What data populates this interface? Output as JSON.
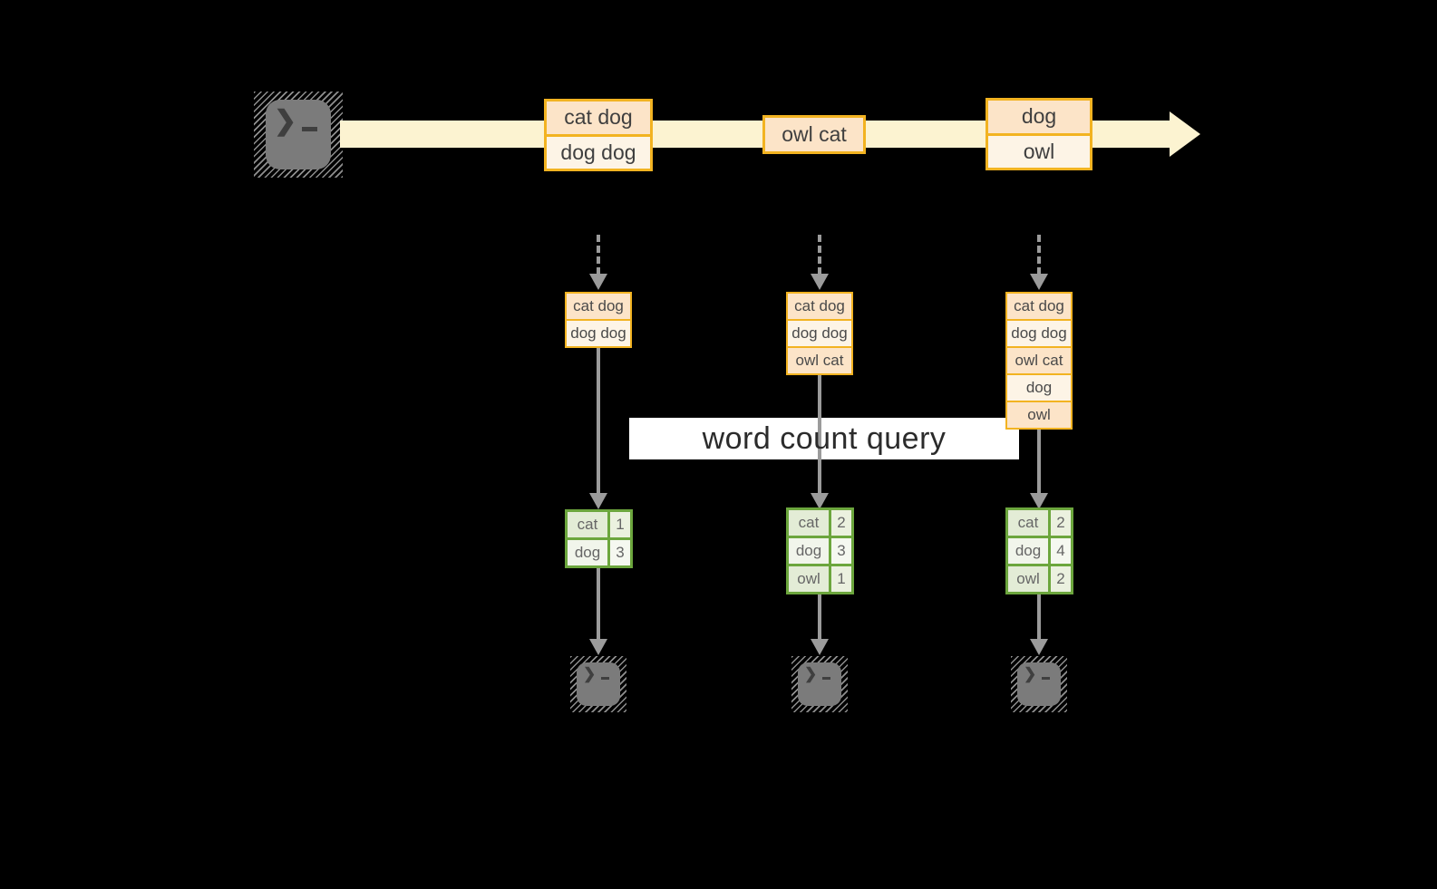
{
  "diagram": {
    "query_label": "word count query"
  },
  "stream": {
    "source_icon": "terminal-icon",
    "events": [
      {
        "lines": [
          "cat dog",
          "dog dog"
        ]
      },
      {
        "lines": [
          "owl cat"
        ]
      },
      {
        "lines": [
          "dog",
          "owl"
        ]
      }
    ]
  },
  "columns": [
    {
      "buffer": [
        "cat dog",
        "dog dog"
      ],
      "counts": [
        {
          "word": "cat",
          "count": "1"
        },
        {
          "word": "dog",
          "count": "3"
        }
      ],
      "sink_icon": "terminal-icon"
    },
    {
      "buffer": [
        "cat dog",
        "dog dog",
        "owl cat"
      ],
      "counts": [
        {
          "word": "cat",
          "count": "2"
        },
        {
          "word": "dog",
          "count": "3"
        },
        {
          "word": "owl",
          "count": "1"
        }
      ],
      "sink_icon": "terminal-icon"
    },
    {
      "buffer": [
        "cat dog",
        "dog dog",
        "owl cat",
        "dog",
        "owl"
      ],
      "counts": [
        {
          "word": "cat",
          "count": "2"
        },
        {
          "word": "dog",
          "count": "4"
        },
        {
          "word": "owl",
          "count": "2"
        }
      ],
      "sink_icon": "terminal-icon"
    }
  ],
  "colors": {
    "accent_gold": "#F2B321",
    "fill_peach": "#FCE4C8",
    "fill_cream": "#FDF4E6",
    "stream_band": "#FCF3D1",
    "accent_green": "#6CA63D",
    "fill_sage": "#E3ECD6",
    "fill_pale": "#F1F5EB",
    "arrow_gray": "#9B9B9B",
    "terminal_gray": "#7B7B7B",
    "background": "#000000"
  },
  "icons": {
    "terminal_prompt": "❯"
  }
}
